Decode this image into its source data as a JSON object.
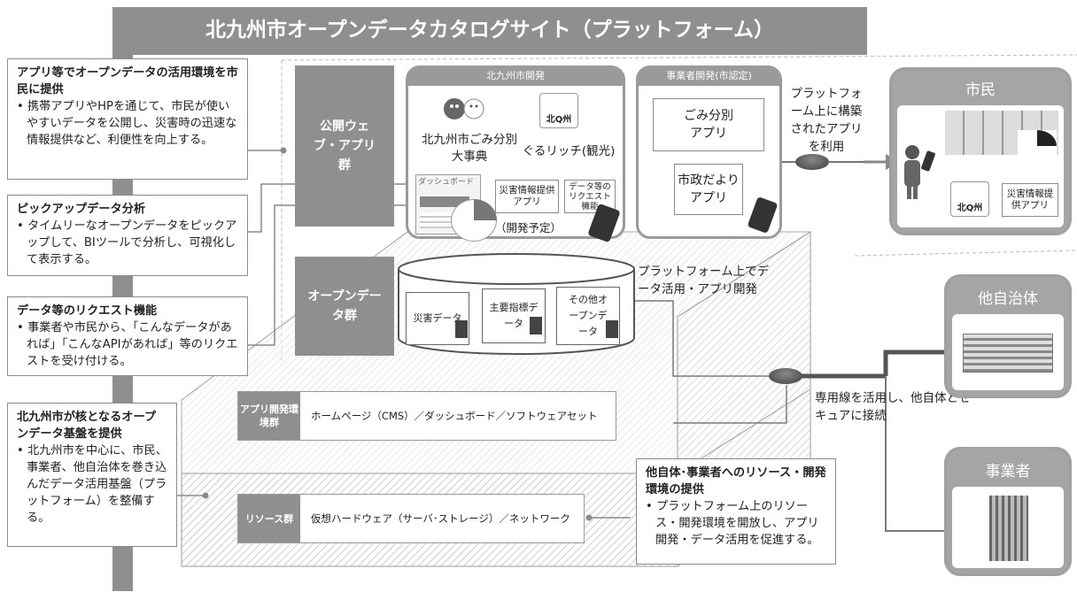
{
  "title": "北九州市オープンデータカタログサイト（プラットフォーム）",
  "callouts": [
    {
      "heading": "アプリ等でオープンデータの活用環境を市民に提供",
      "body": "携帯アプリやHPを通じて、市民が使いやすいデータを公開し、災害時の迅速な情報提供など、利便性を向上する。"
    },
    {
      "heading": "ピックアップデータ分析",
      "body": "タイムリーなオープンデータをピックアップして、BIツールで分析し、可視化して表示する。"
    },
    {
      "heading": "データ等のリクエスト機能",
      "body": "事業者や市民から、「こんなデータがあれば」「こんなAPIがあれば」等のリクエストを受け付ける。"
    },
    {
      "heading": "北九州市が核となるオープンデータ基盤を提供",
      "body": "北九州市を中心に、市民、事業者、他自治体を巻き込んだデータ活用基盤（プラットフォーム）を整備する。"
    }
  ],
  "categories": {
    "web_apps": "公開ウェブ・アプリ群",
    "open_data": "オープンデータ群"
  },
  "city_dev": {
    "header": "北九州市開発",
    "app1": "北九州市ごみ分別大事典",
    "app2": "ぐるリッチ(観光)",
    "dashboard": "ダッシュボード",
    "disaster_app": "災害情報提供アプリ",
    "request": "データ等のリクエスト機能",
    "planned": "（開発予定）",
    "logo_text": "北Q州"
  },
  "biz_dev": {
    "header": "事業者開発(市認定)",
    "app1": "ごみ分別アプリ",
    "app2": "市政だよりアプリ"
  },
  "platform_use_note": "プラットフォーム上に構築されたアプリを利用",
  "platform_dev_note": "プラットフォーム上でデータ活用・アプリ開発",
  "datasets": [
    "災害データ",
    "主要指標データ",
    "その他オープンデータ"
  ],
  "bars": {
    "app_env_label": "アプリ開発環境群",
    "app_env_text": "ホームページ（CMS）／ダッシュボード／ソフトウェアセット",
    "resource_label": "リソース群",
    "resource_text": "仮想ハードウェア（サーバ･ストレージ）／ネットワーク"
  },
  "resource_callout": {
    "heading": "他自体･事業者へのリソース・開発環境の提供",
    "body": "プラットフォーム上のリソース・開発環境を開放し、アプリ開発・データ活用を促進する。"
  },
  "dedicated_line_note": "専用線を活用し、他自体とセキュアに接続",
  "stakeholders": {
    "citizens": "市民",
    "other_govts": "他自治体",
    "businesses": "事業者",
    "citizen_app": "災害情報提供アプリ",
    "logo_text": "北Q州"
  },
  "colors": {
    "frame_gray": "#8f8f8f",
    "line_gray": "#7a7a7a",
    "dark_line": "#555555"
  }
}
